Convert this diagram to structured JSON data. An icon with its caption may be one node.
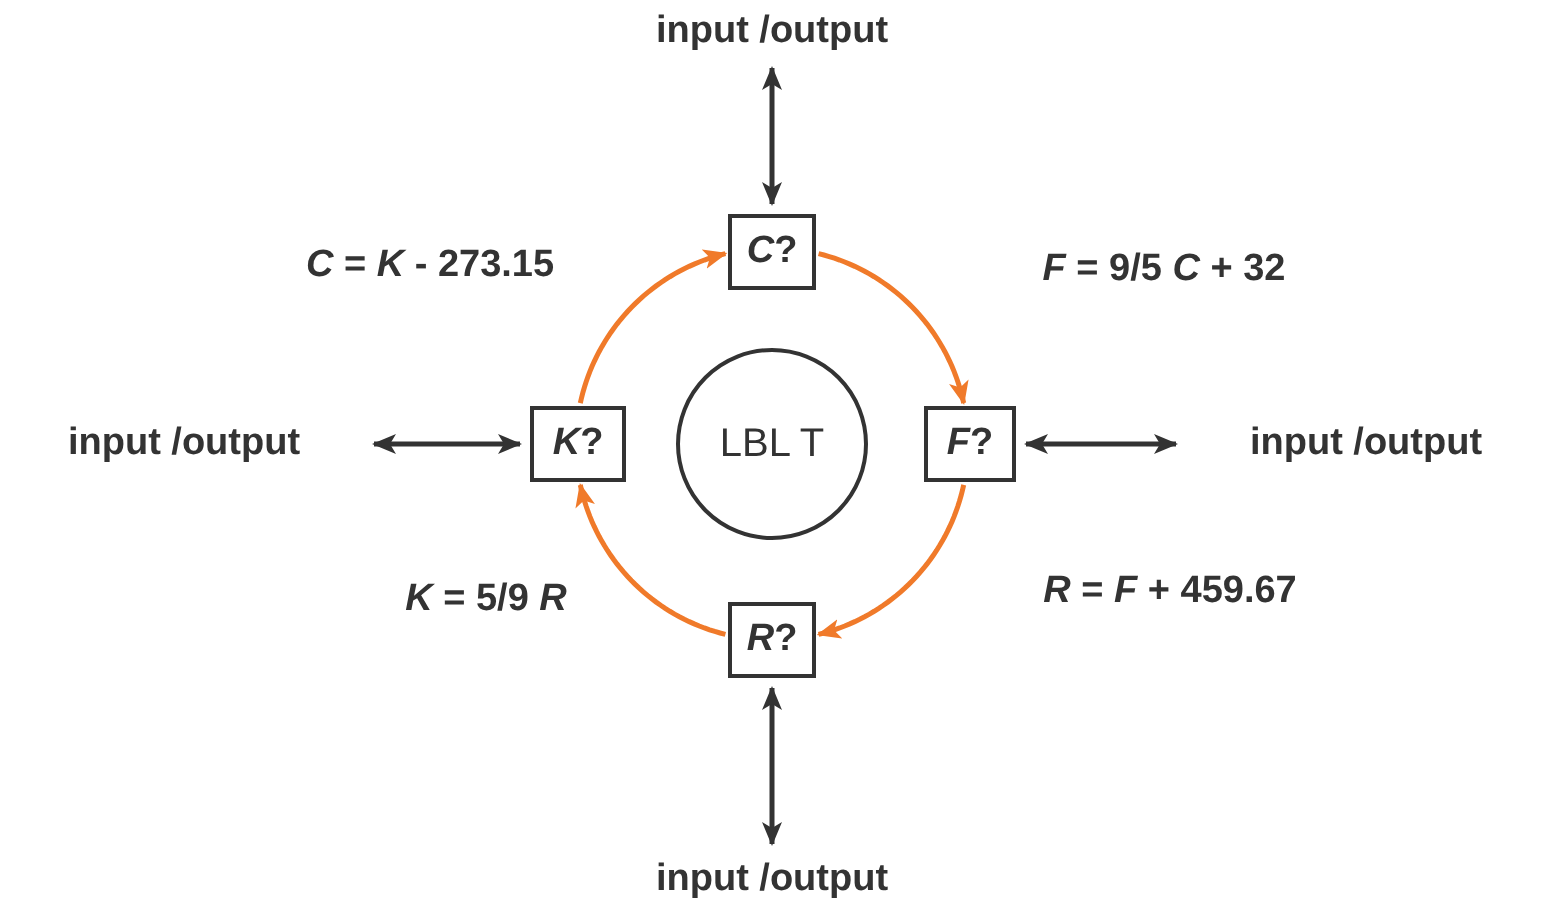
{
  "diagram": {
    "nodes": [
      {
        "text": [
          "input /output"
        ]
      },
      {
        "text": [
          "*C*?"
        ]
      },
      {
        "text": [
          "input /output"
        ]
      },
      {
        "text": [
          "*K*?"
        ]
      },
      {
        "text": [
          "LBL T"
        ]
      },
      {
        "text": [
          "*F*?"
        ]
      },
      {
        "text": [
          "input /output"
        ]
      },
      {
        "text": [
          "*R*?"
        ]
      },
      {
        "text": [
          "input /output"
        ]
      }
    ],
    "edges": [
      {
        "from": 0,
        "to": 1,
        "arrow": "both"
      },
      {
        "from": 2,
        "to": 3,
        "arrow": "both"
      },
      {
        "from": 5,
        "to": 6,
        "arrow": "both"
      },
      {
        "from": 7,
        "to": 8,
        "arrow": "both"
      },
      {
        "from": 1,
        "to": 5,
        "arrow": "to",
        "color": "#f07a2a",
        "label": "*F* = 9/5 *C* + 32"
      },
      {
        "from": 5,
        "to": 7,
        "arrow": "to",
        "color": "#f07a2a",
        "label": "*R* = *F* + 459.67"
      },
      {
        "from": 7,
        "to": 3,
        "arrow": "to",
        "color": "#f07a2a",
        "label": "*K* = 5/9 *R*"
      },
      {
        "from": 3,
        "to": 1,
        "arrow": "to",
        "color": "#f07a2a",
        "label": "*C* = *K* - 273.15"
      }
    ]
  }
}
